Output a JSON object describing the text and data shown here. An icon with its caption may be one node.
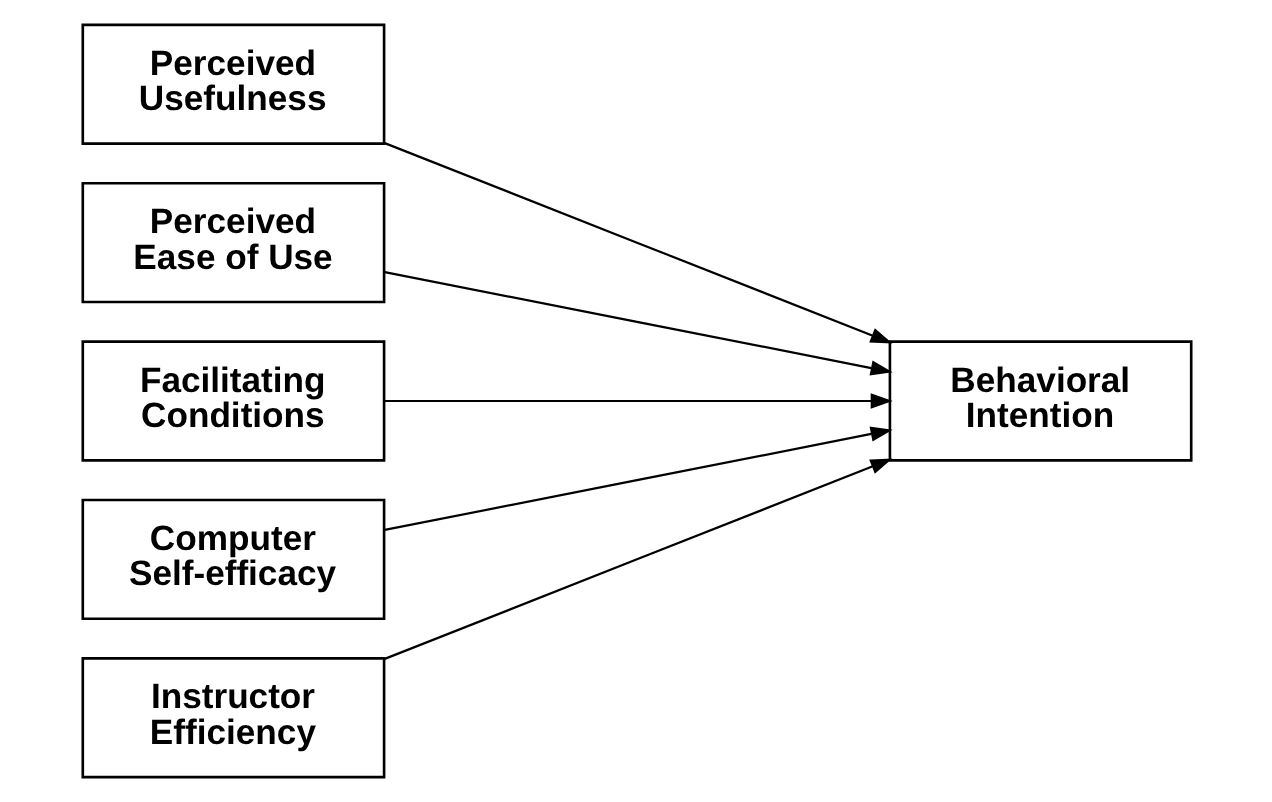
{
  "diagram": {
    "nodes": [
      {
        "text": [
          "Perceived Usefulness"
        ]
      },
      {
        "text": [
          "Perceived Ease of Use"
        ]
      },
      {
        "text": [
          "Facilitating Conditions"
        ]
      },
      {
        "text": [
          "Computer Self-efficacy"
        ]
      },
      {
        "text": [
          "Instructor Efficiency"
        ]
      },
      {
        "text": [
          "Behavioral Intention"
        ]
      }
    ],
    "edges": [
      {
        "from": 0,
        "to": 5,
        "arrow": "to"
      },
      {
        "from": 1,
        "to": 5,
        "arrow": "to"
      },
      {
        "from": 2,
        "to": 5,
        "arrow": "to"
      },
      {
        "from": 3,
        "to": 5,
        "arrow": "to"
      },
      {
        "from": 4,
        "to": 5,
        "arrow": "to"
      }
    ]
  }
}
